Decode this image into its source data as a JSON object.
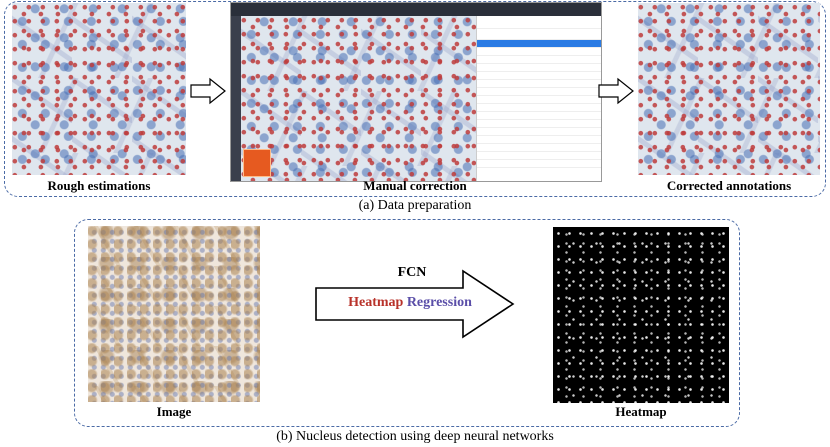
{
  "section_a": {
    "labels": {
      "rough": "Rough estimations",
      "manual": "Manual correction",
      "corrected": "Corrected annotations"
    },
    "caption": "(a) Data preparation"
  },
  "section_b": {
    "labels": {
      "image": "Image",
      "heatmap": "Heatmap"
    },
    "arrow_top_label": "FCN",
    "arrow_inner_label": {
      "word1": "Heatmap",
      "word2": "Regression"
    },
    "caption": "(b) Nucleus detection using deep neural networks"
  },
  "colors": {
    "dashed_border": "#4a6aa5",
    "heatmap_word": "#b8322a",
    "regression_word": "#5a4ea8"
  }
}
